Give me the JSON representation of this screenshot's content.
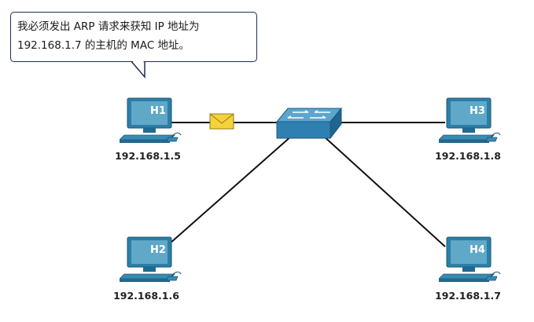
{
  "callout": {
    "line1": "我必须发出 ARP 请求来获知 IP 地址为",
    "line2": "192.168.1.7 的主机的 MAC 地址。"
  },
  "hosts": [
    {
      "name": "H1",
      "ip": "192.168.1.5"
    },
    {
      "name": "H2",
      "ip": "192.168.1.6"
    },
    {
      "name": "H3",
      "ip": "192.168.1.8"
    },
    {
      "name": "H4",
      "ip": "192.168.1.7"
    }
  ],
  "icons": {
    "switch": "network-switch-icon",
    "message": "envelope-icon",
    "host": "desktop-computer-icon"
  },
  "colors": {
    "monitor": "#2c7fa6",
    "screen": "#5fa8c8",
    "switch": "#2f80b0",
    "envelope": "#f3d23c",
    "link": "#111111",
    "callout_border": "#1f2d52"
  }
}
